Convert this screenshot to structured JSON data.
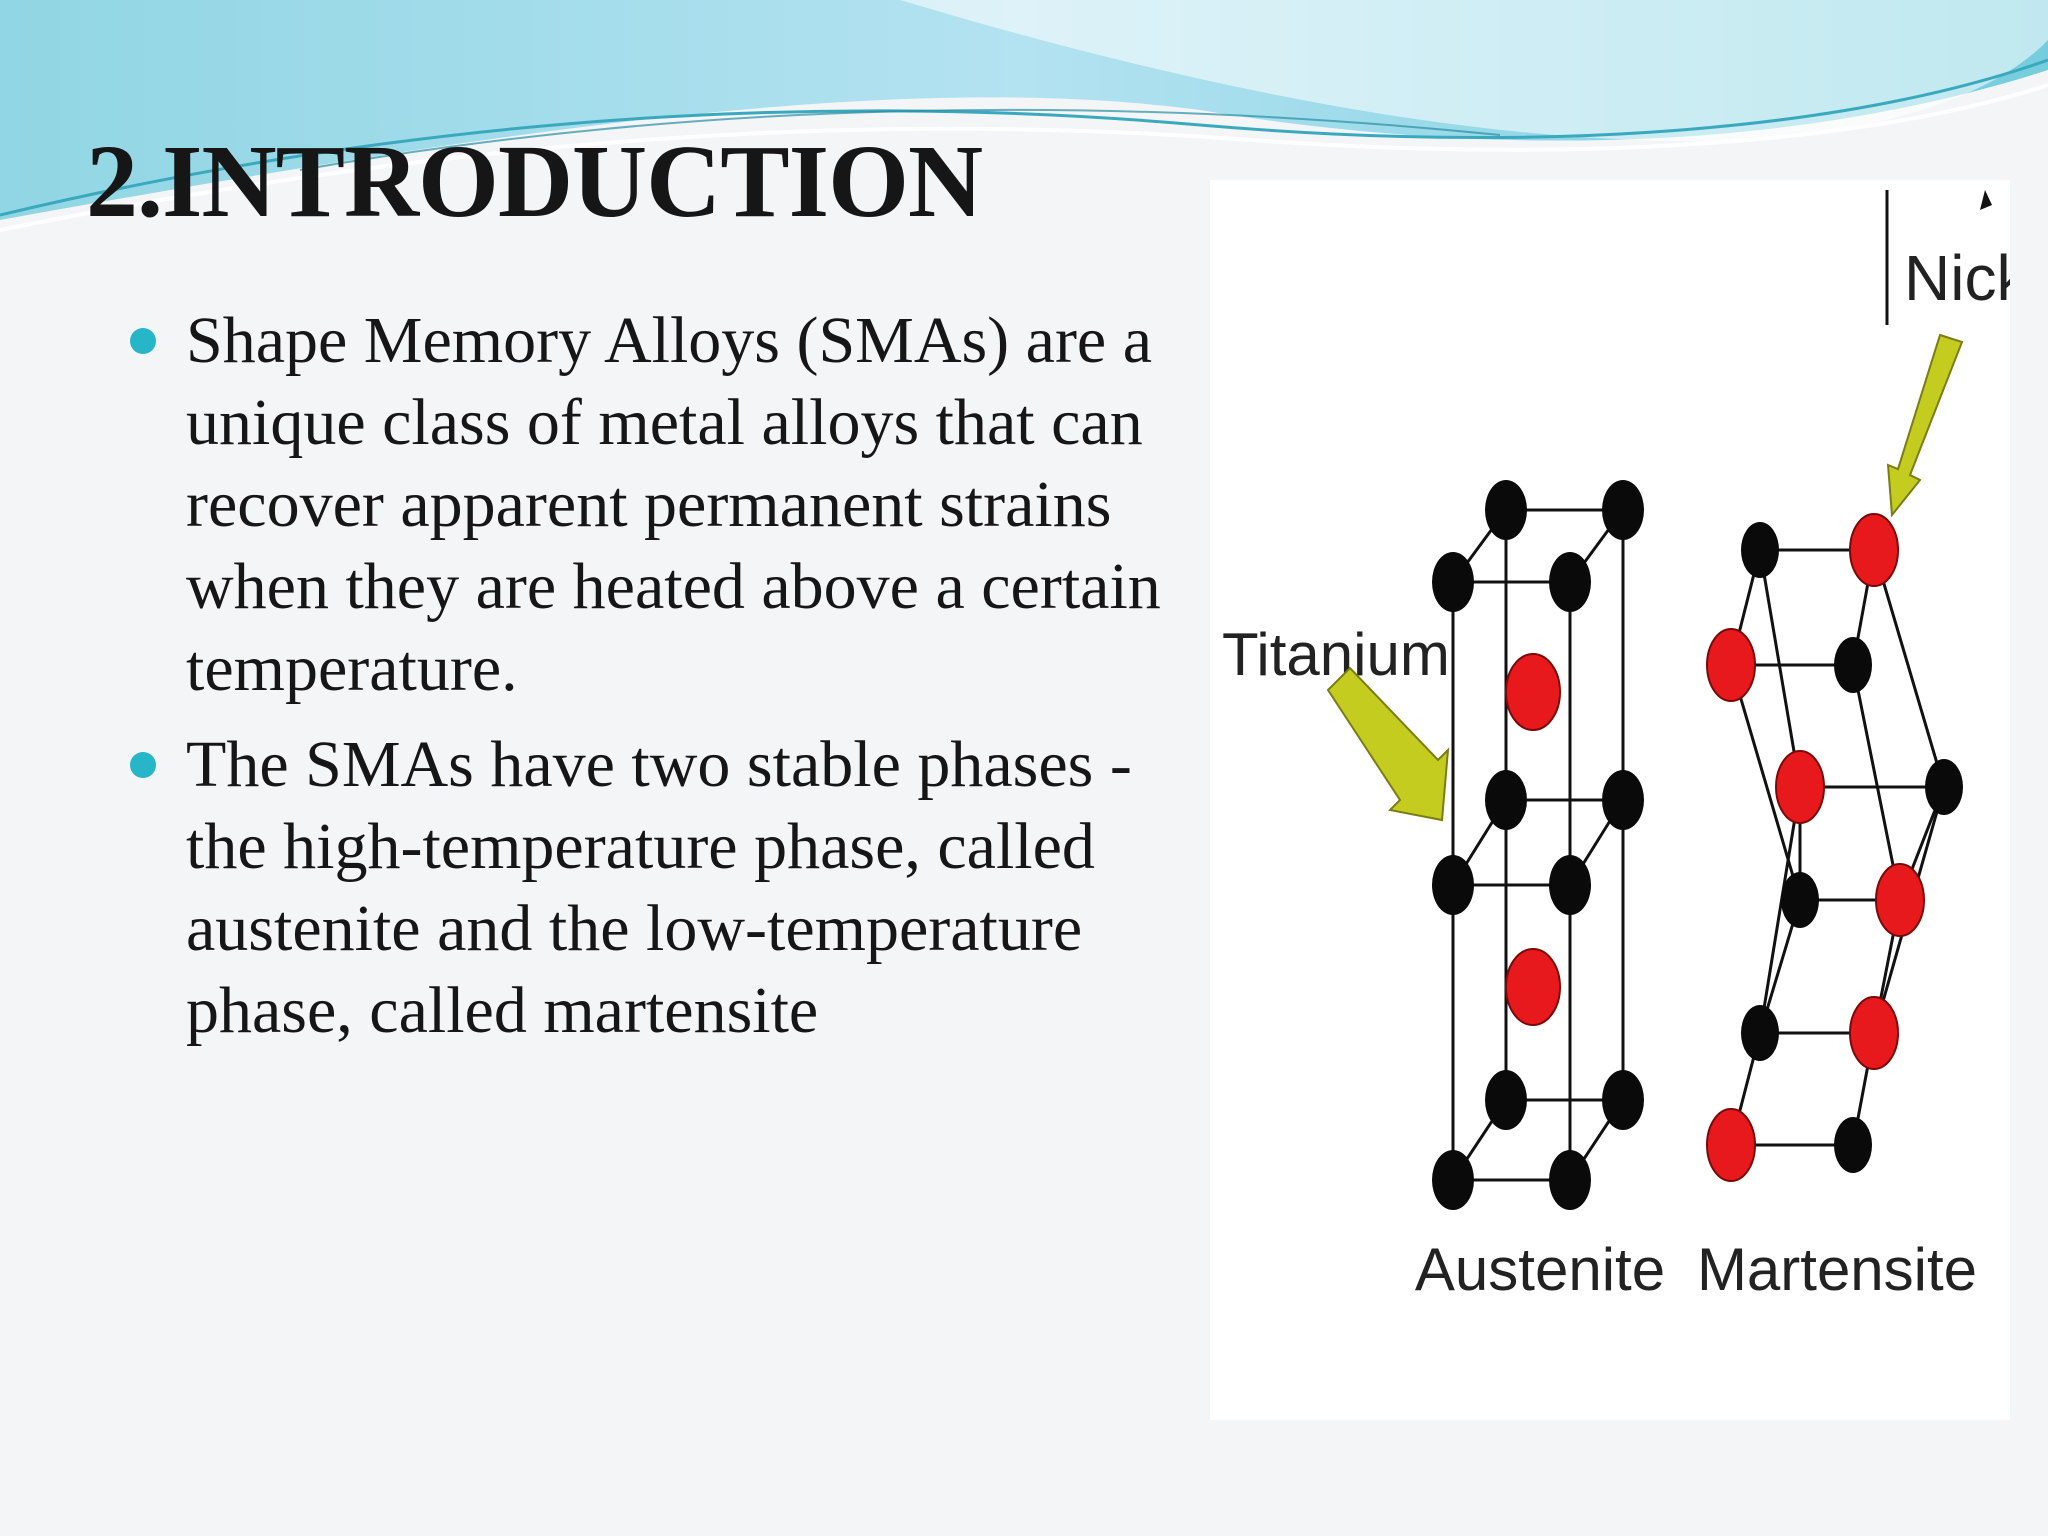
{
  "slide": {
    "title": "2.INTRODUCTION",
    "bullets": [
      "Shape Memory Alloys (SMAs) are a unique class of metal alloys that can recover apparent permanent strains when they are heated above a certain temperature.",
      "The SMAs have two stable phases - the high-temperature phase, called austenite and the low-temperature phase, called martensite"
    ]
  },
  "figure": {
    "labels": {
      "nickel": "Nickel",
      "titanium": "Titanium",
      "austenite": "Austenite",
      "martensite": "Martensite"
    },
    "colors": {
      "nickel_atom": "#e8191c",
      "titanium_atom": "#0a0a0a",
      "arrow": "#c4cc1f",
      "accent_bullet": "#27b5c8"
    }
  }
}
